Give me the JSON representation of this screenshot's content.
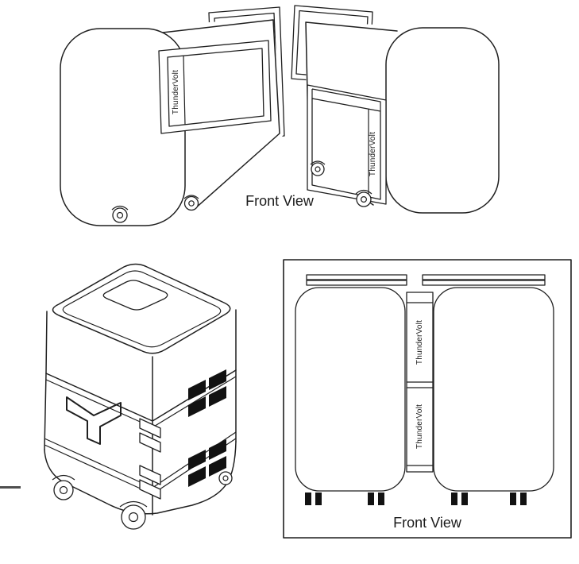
{
  "page": {
    "background": "#ffffff",
    "line_color": "#1f1f1f",
    "fill_black": "#121212"
  },
  "top_drawing": {
    "view_label": "Front View",
    "left_unit_battery_label": "ThunderVolt",
    "right_unit_battery_label": "ThunderVolt"
  },
  "front_view_diagram": {
    "view_label": "Front View",
    "upper_battery_label": "ThunderVolt",
    "lower_battery_label": "ThunderVolt"
  }
}
